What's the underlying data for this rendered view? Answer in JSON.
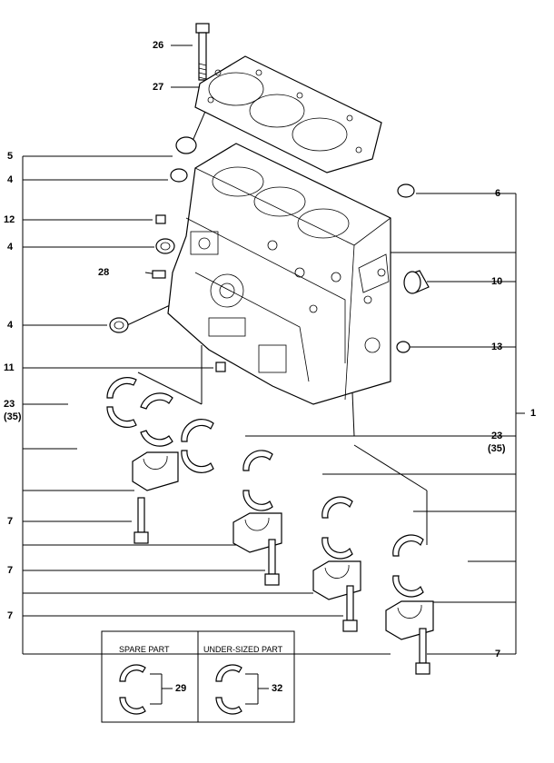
{
  "callouts": {
    "c26": "26",
    "c27": "27",
    "c5": "5",
    "c4a": "4",
    "c12": "12",
    "c4b": "4",
    "c28": "28",
    "c4c": "4",
    "c11": "11",
    "c23a": "23",
    "c35a": "(35)",
    "c6": "6",
    "c10": "10",
    "c13": "13",
    "c1": "1",
    "c23b": "23",
    "c35b": "(35)",
    "c7a": "7",
    "c7b": "7",
    "c7c": "7",
    "c7d": "7",
    "c29": "29",
    "c32": "32"
  },
  "spare_box": {
    "spare_title": "SPARE PART",
    "undersized_title": "UNDER-SIZED PART"
  },
  "icons": [
    "cylinder-block",
    "head-gasket",
    "head-bolt",
    "main-bearing",
    "bearing-cap",
    "cap-bolt",
    "oil-seal",
    "plug"
  ]
}
